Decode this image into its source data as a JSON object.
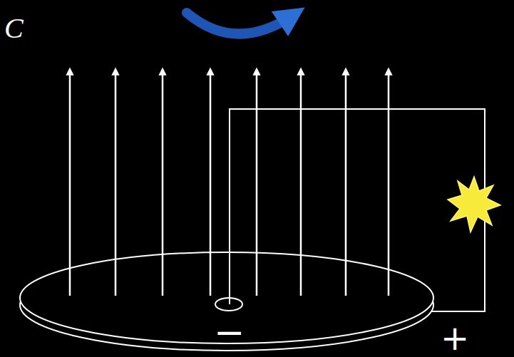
{
  "diagram": {
    "labels": [
      "C",
      "−",
      "+"
    ]
  }
}
